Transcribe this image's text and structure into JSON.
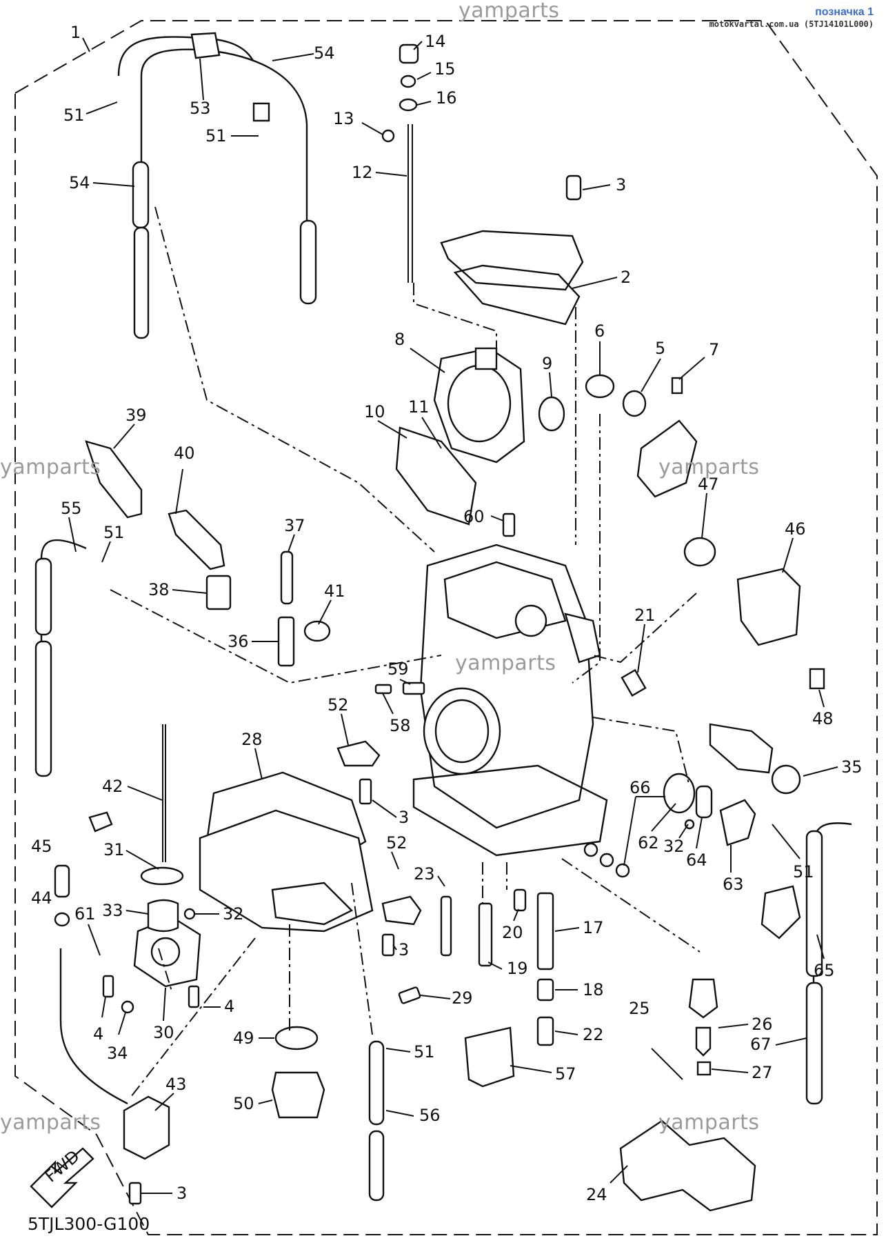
{
  "watermarks": [
    "yamparts",
    "yamparts",
    "yamparts",
    "yamparts",
    "yamparts",
    "yamparts",
    "yamparts"
  ],
  "tag": {
    "title": "позначка 1",
    "subtitle": "motokvartal.com.ua (5TJ14101L000)"
  },
  "diagram_code": "5TJL300-G100",
  "fwd_label": "FWD",
  "part_labels": {
    "p1": "1",
    "p2": "2",
    "p3a": "3",
    "p3b": "3",
    "p3c": "3",
    "p3d": "3",
    "p4a": "4",
    "p4b": "4",
    "p5": "5",
    "p6": "6",
    "p7": "7",
    "p8": "8",
    "p9": "9",
    "p10": "10",
    "p11": "11",
    "p12": "12",
    "p13": "13",
    "p14": "14",
    "p15": "15",
    "p16": "16",
    "p17": "17",
    "p18": "18",
    "p19": "19",
    "p20": "20",
    "p21": "21",
    "p22": "22",
    "p23": "23",
    "p24": "24",
    "p25": "25",
    "p26": "26",
    "p27": "27",
    "p28": "28",
    "p29": "29",
    "p30": "30",
    "p31": "31",
    "p32a": "32",
    "p32b": "32",
    "p33": "33",
    "p34": "34",
    "p35": "35",
    "p36": "36",
    "p37": "37",
    "p38": "38",
    "p39": "39",
    "p40": "40",
    "p41": "41",
    "p42": "42",
    "p43": "43",
    "p44": "44",
    "p45": "45",
    "p46": "46",
    "p47": "47",
    "p48": "48",
    "p49": "49",
    "p50": "50",
    "p51a": "51",
    "p51b": "51",
    "p51c": "51",
    "p51d": "51",
    "p51e": "51",
    "p52a": "52",
    "p52b": "52",
    "p53": "53",
    "p54a": "54",
    "p54b": "54",
    "p55": "55",
    "p56": "56",
    "p57": "57",
    "p58": "58",
    "p59": "59",
    "p60": "60",
    "p61": "61",
    "p62": "62",
    "p63": "63",
    "p64": "64",
    "p65": "65",
    "p66": "66",
    "p67": "67"
  },
  "colors": {
    "line": "#111111",
    "watermark": "#9a9a9a",
    "tag_title": "#3a6fd0"
  }
}
